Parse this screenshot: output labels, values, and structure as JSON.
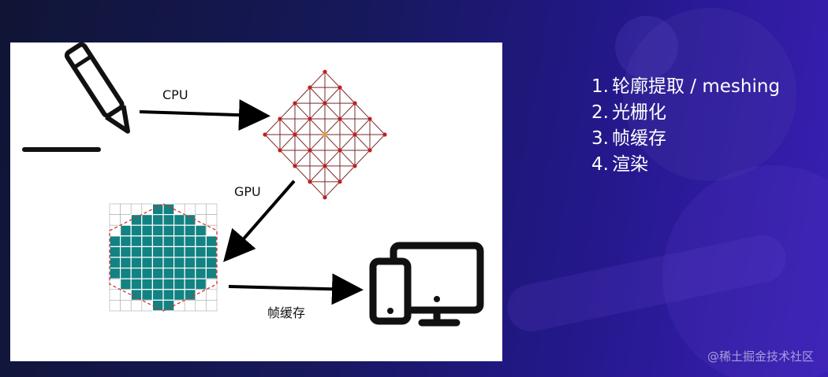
{
  "diagram": {
    "cpu_label": "CPU",
    "gpu_label": "GPU",
    "framebuffer_label": "帧缓存",
    "colors": {
      "arrow": "#000000",
      "mesh_line": "#7a2a2a",
      "mesh_node": "#c02020",
      "center_node": "#e3a21a",
      "pixel_fill": "#128282",
      "grid_line": "#aaaaaa",
      "hexagon_outline": "#d03030"
    },
    "icons": [
      "pencil-icon",
      "mesh-icon",
      "rasterized-hexagon-icon",
      "devices-icon"
    ]
  },
  "steps": [
    {
      "num": "1.",
      "text": "轮廓提取 / meshing"
    },
    {
      "num": "2.",
      "text": "光栅化"
    },
    {
      "num": "3.",
      "text": "帧缓存"
    },
    {
      "num": "4.",
      "text": "渲染"
    }
  ],
  "watermark": "@稀土掘金技术社区"
}
